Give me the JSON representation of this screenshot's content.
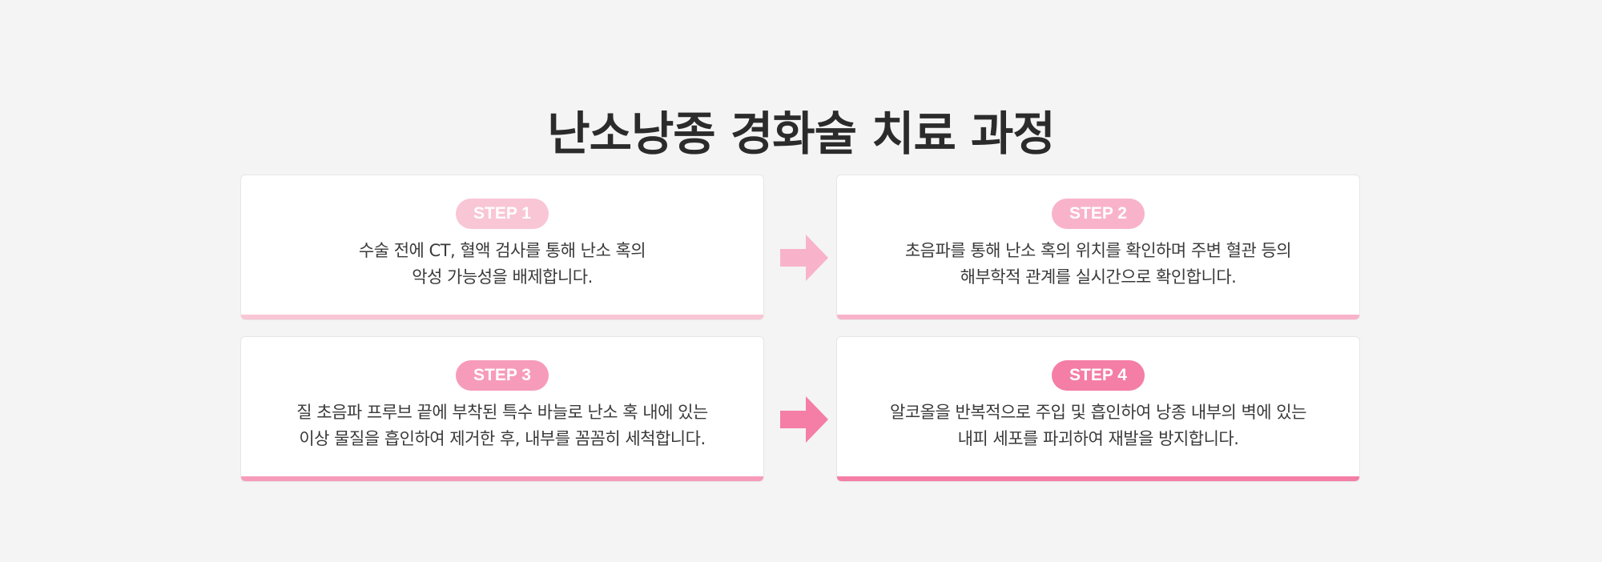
{
  "title": "난소낭종 경화술 치료 과정",
  "colors": {
    "background": "#f4f4f4",
    "step1": "#f9c6d6",
    "step2": "#f8b3cb",
    "step3": "#f79bbb",
    "step4": "#f47ea6",
    "arrow1": "#f8b3cb",
    "arrow2": "#f47ea6"
  },
  "steps": [
    {
      "label": "STEP 1",
      "line1": "수술 전에 CT, 혈액 검사를 통해 난소 혹의",
      "line2": "악성 가능성을 배제합니다."
    },
    {
      "label": "STEP 2",
      "line1": "초음파를 통해 난소 혹의 위치를 확인하며 주변 혈관 등의",
      "line2": "해부학적 관계를 실시간으로 확인합니다."
    },
    {
      "label": "STEP 3",
      "line1": "질 초음파 프루브 끝에 부착된 특수 바늘로 난소 혹 내에 있는",
      "line2": "이상 물질을 흡인하여 제거한 후, 내부를 꼼꼼히 세척합니다."
    },
    {
      "label": "STEP 4",
      "line1": "알코올을 반복적으로 주입 및 흡인하여 낭종 내부의 벽에 있는",
      "line2": "내피 세포를 파괴하여 재발을 방지합니다."
    }
  ]
}
